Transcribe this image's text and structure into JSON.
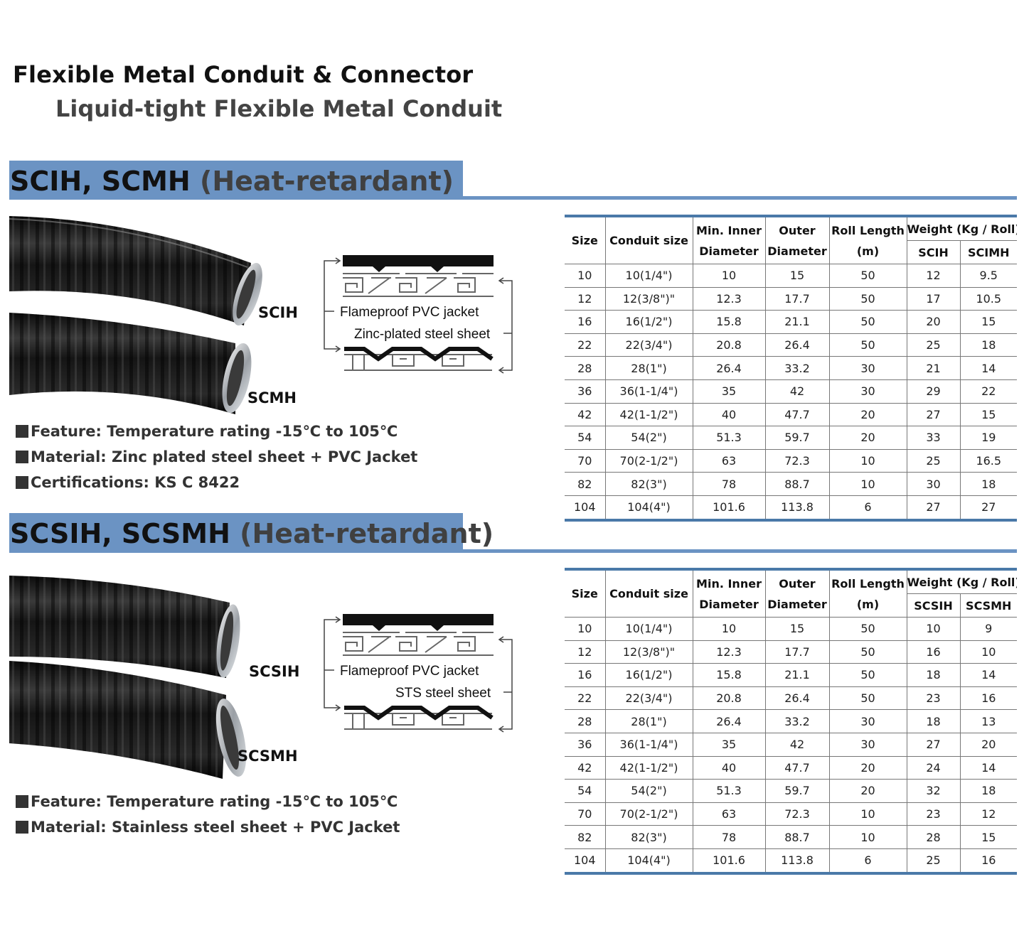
{
  "header": {
    "title": "Flexible Metal Conduit & Connector",
    "subtitle": "Liquid-tight Flexible Metal Conduit"
  },
  "colors": {
    "section_band": "#6b93c3",
    "table_rule": "#4a79a8"
  },
  "sections": [
    {
      "title_main": "SCIH, SCMH",
      "title_sub": "(Heat-retardant)",
      "product_a": "SCIH",
      "product_b": "SCMH",
      "diagram": {
        "jacket_label": "Flameproof PVC jacket",
        "sheet_label": "Zinc-plated steel sheet"
      },
      "features": [
        "Feature: Temperature rating -15℃ to 105℃",
        "Material: Zinc plated steel sheet + PVC Jacket",
        "Certifications: KS C 8422"
      ],
      "table": {
        "headers": {
          "size": "Size",
          "conduit_size": "Conduit size",
          "min_inner_1": "Min. Inner",
          "min_inner_2": "Diameter",
          "outer_1": "Outer",
          "outer_2": "Diameter",
          "roll_1": "Roll Length",
          "roll_2": "(m)",
          "weight": "Weight (Kg / Roll)",
          "weight_a": "SCIH",
          "weight_b": "SCIMH"
        },
        "rows": [
          [
            "10",
            "10(1/4\")",
            "10",
            "15",
            "50",
            "12",
            "9.5"
          ],
          [
            "12",
            "12(3/8\")\"",
            "12.3",
            "17.7",
            "50",
            "17",
            "10.5"
          ],
          [
            "16",
            "16(1/2\")",
            "15.8",
            "21.1",
            "50",
            "20",
            "15"
          ],
          [
            "22",
            "22(3/4\")",
            "20.8",
            "26.4",
            "50",
            "25",
            "18"
          ],
          [
            "28",
            "28(1\")",
            "26.4",
            "33.2",
            "30",
            "21",
            "14"
          ],
          [
            "36",
            "36(1-1/4\")",
            "35",
            "42",
            "30",
            "29",
            "22"
          ],
          [
            "42",
            "42(1-1/2\")",
            "40",
            "47.7",
            "20",
            "27",
            "15"
          ],
          [
            "54",
            "54(2\")",
            "51.3",
            "59.7",
            "20",
            "33",
            "19"
          ],
          [
            "70",
            "70(2-1/2\")",
            "63",
            "72.3",
            "10",
            "25",
            "16.5"
          ],
          [
            "82",
            "82(3\")",
            "78",
            "88.7",
            "10",
            "30",
            "18"
          ],
          [
            "104",
            "104(4\")",
            "101.6",
            "113.8",
            "6",
            "27",
            "27"
          ]
        ]
      }
    },
    {
      "title_main": "SCSIH, SCSMH",
      "title_sub": "(Heat-retardant)",
      "product_a": "SCSIH",
      "product_b": "SCSMH",
      "diagram": {
        "jacket_label": "Flameproof PVC jacket",
        "sheet_label": "STS steel sheet"
      },
      "features": [
        "Feature: Temperature rating -15℃ to 105℃",
        "Material: Stainless steel sheet + PVC Jacket"
      ],
      "table": {
        "headers": {
          "size": "Size",
          "conduit_size": "Conduit size",
          "min_inner_1": "Min. Inner",
          "min_inner_2": "Diameter",
          "outer_1": "Outer",
          "outer_2": "Diameter",
          "roll_1": "Roll Length",
          "roll_2": "(m)",
          "weight": "Weight (Kg / Roll)",
          "weight_a": "SCSIH",
          "weight_b": "SCSMH"
        },
        "rows": [
          [
            "10",
            "10(1/4\")",
            "10",
            "15",
            "50",
            "10",
            "9"
          ],
          [
            "12",
            "12(3/8\")\"",
            "12.3",
            "17.7",
            "50",
            "16",
            "10"
          ],
          [
            "16",
            "16(1/2\")",
            "15.8",
            "21.1",
            "50",
            "18",
            "14"
          ],
          [
            "22",
            "22(3/4\")",
            "20.8",
            "26.4",
            "50",
            "23",
            "16"
          ],
          [
            "28",
            "28(1\")",
            "26.4",
            "33.2",
            "30",
            "18",
            "13"
          ],
          [
            "36",
            "36(1-1/4\")",
            "35",
            "42",
            "30",
            "27",
            "20"
          ],
          [
            "42",
            "42(1-1/2\")",
            "40",
            "47.7",
            "20",
            "24",
            "14"
          ],
          [
            "54",
            "54(2\")",
            "51.3",
            "59.7",
            "20",
            "32",
            "18"
          ],
          [
            "70",
            "70(2-1/2\")",
            "63",
            "72.3",
            "10",
            "23",
            "12"
          ],
          [
            "82",
            "82(3\")",
            "78",
            "88.7",
            "10",
            "28",
            "15"
          ],
          [
            "104",
            "104(4\")",
            "101.6",
            "113.8",
            "6",
            "25",
            "16"
          ]
        ]
      }
    }
  ]
}
